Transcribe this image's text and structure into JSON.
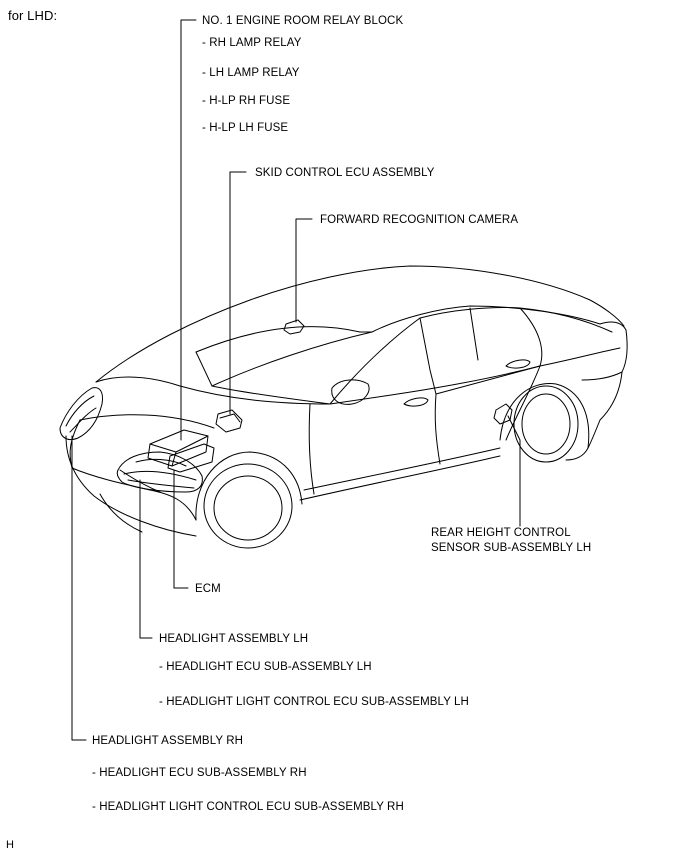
{
  "caption": "for LHD:",
  "corner_mark": "H",
  "colors": {
    "line": "#000000",
    "background": "#ffffff"
  },
  "callouts": {
    "relay_block": {
      "title": "NO. 1 ENGINE ROOM RELAY BLOCK",
      "items": [
        "- RH LAMP RELAY",
        "- LH LAMP RELAY",
        "- H-LP RH FUSE",
        "- H-LP LH FUSE"
      ]
    },
    "skid_control": {
      "title": "SKID CONTROL ECU ASSEMBLY"
    },
    "camera": {
      "title": "FORWARD RECOGNITION CAMERA"
    },
    "rear_height": {
      "title_line1": "REAR HEIGHT CONTROL",
      "title_line2": "SENSOR SUB-ASSEMBLY LH"
    },
    "ecm": {
      "title": "ECM"
    },
    "headlight_lh": {
      "title": "HEADLIGHT ASSEMBLY LH",
      "items": [
        "- HEADLIGHT ECU SUB-ASSEMBLY LH",
        "- HEADLIGHT LIGHT CONTROL ECU SUB-ASSEMBLY LH"
      ]
    },
    "headlight_rh": {
      "title": "HEADLIGHT ASSEMBLY RH",
      "items": [
        "- HEADLIGHT ECU SUB-ASSEMBLY RH",
        "- HEADLIGHT LIGHT CONTROL ECU SUB-ASSEMBLY RH"
      ]
    }
  }
}
